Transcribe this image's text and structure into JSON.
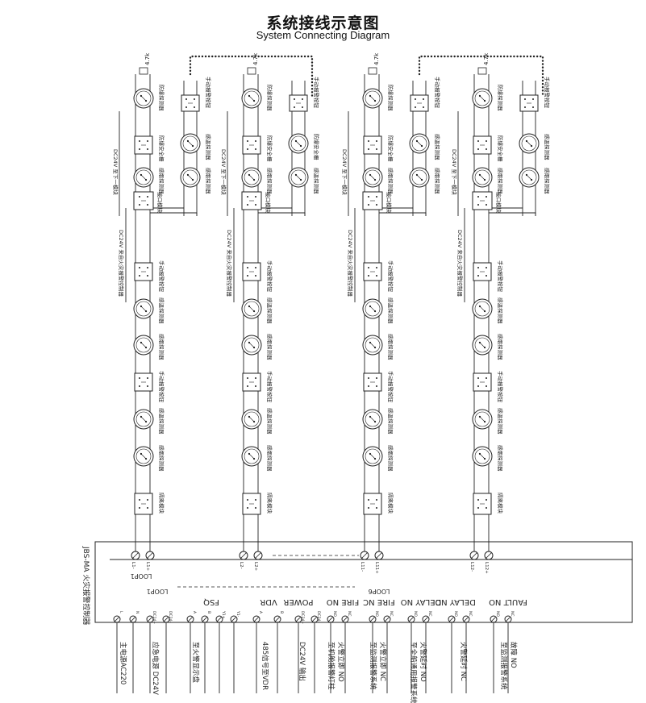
{
  "title": "系统接线示意图",
  "subtitle": "System Connecting Diagram",
  "resistor_label": "4.7k",
  "columns": [
    {
      "dc_label": "DC24V 至下一模块",
      "from_label": "DC24V 来自火灾报警控制器",
      "iface": "接口模块",
      "top_devices": [
        "防爆探测器",
        "防爆安全栅",
        "感烟探测器"
      ],
      "side_devices": [
        "手动报警按钮",
        "感温探测器",
        "感烟探测器"
      ],
      "loop_devices": [
        "手动报警按钮",
        "感温探测器",
        "感烟探测器",
        "手动报警按钮",
        "感温探测器",
        "感烟探测器",
        "隔离模块"
      ],
      "terms": [
        "L1-",
        "L1+"
      ]
    },
    {
      "dc_label": "DC24V 至下一模块",
      "from_label": "DC24V 来自火灾报警控制器",
      "iface": "接口模块",
      "top_devices": [
        "防爆探测器",
        "防爆安全栅",
        "感烟探测器"
      ],
      "side_devices": [
        "手动报警按钮",
        "防爆安全栅",
        "感温探测器"
      ],
      "loop_devices": [
        "手动报警按钮",
        "感温探测器",
        "感烟探测器",
        "手动报警按钮",
        "感温探测器",
        "感烟探测器",
        "隔离模块"
      ],
      "terms": [
        "L2-",
        "L2+"
      ]
    },
    {
      "dc_label": "DC24V 至下一模块",
      "from_label": "DC24V 来自火灾报警控制器",
      "iface": "接口模块",
      "top_devices": [
        "防爆探测器",
        "防爆安全栅",
        "感烟探测器"
      ],
      "side_devices": [
        "手动报警按钮",
        "感温探测器",
        "感烟探测器"
      ],
      "loop_devices": [
        "手动报警按钮",
        "感温探测器",
        "感烟探测器",
        "手动报警按钮",
        "感温探测器",
        "感烟探测器",
        "隔离模块"
      ],
      "terms": [
        "L11-",
        "L11+"
      ]
    },
    {
      "dc_label": "DC24V 至下一模块",
      "from_label": "DC24V 来自火灾报警控制器",
      "iface": "接口模块",
      "top_devices": [
        "防爆探测器",
        "防爆安全栅",
        "感烟探测器"
      ],
      "side_devices": [
        "手动报警按钮",
        "感温探测器",
        "感烟探测器"
      ],
      "loop_devices": [
        "手动报警按钮",
        "感温探测器",
        "感烟探测器",
        "手动报警按钮",
        "感温探测器",
        "感烟探测器",
        "隔离模块"
      ],
      "terms": [
        "L12-",
        "L12+"
      ]
    }
  ],
  "controller": {
    "name": "JBS-MA 火灾报警控制器",
    "loop1_a": "LOOP1",
    "loop1_b": "LOOP1",
    "loop6": "LOOP6",
    "groups": [
      "FSQ",
      "VDR",
      "POWER",
      "FIRE NO",
      "FIRE NC",
      "DELAY NO",
      "DELAY NC",
      "FAULT NO"
    ]
  },
  "bottom_labels": [
    {
      "lines": [
        "主电源AC220"
      ]
    },
    {
      "lines": [
        "应急电源 DC24V"
      ]
    },
    {
      "lines": [
        "至火警显示盘"
      ]
    },
    {
      "lines": [
        "485信号至VDR"
      ]
    },
    {
      "lines": [
        "DC24V 输出"
      ]
    },
    {
      "lines": [
        "至机舱报警灯柱",
        "火警立即 NO"
      ]
    },
    {
      "lines": [
        "至监测报警系统",
        "火警立即 NC"
      ]
    },
    {
      "lines": [
        "至全船通用报警系统",
        "火警延时 NO"
      ]
    },
    {
      "lines": [
        "火警延时 NC"
      ]
    },
    {
      "lines": [
        "至监测报警系统",
        "故障 NO"
      ]
    }
  ],
  "terminal_labels": [
    "L",
    "N",
    "DC24+",
    "DC24-",
    "A",
    "B",
    "Y1+",
    "Y1-",
    "A",
    "B",
    "DC24+",
    "DC24-",
    "NO",
    "NC",
    "NO",
    "NC",
    "NO",
    "NC",
    "NO",
    "NC",
    "NO",
    "NC"
  ]
}
